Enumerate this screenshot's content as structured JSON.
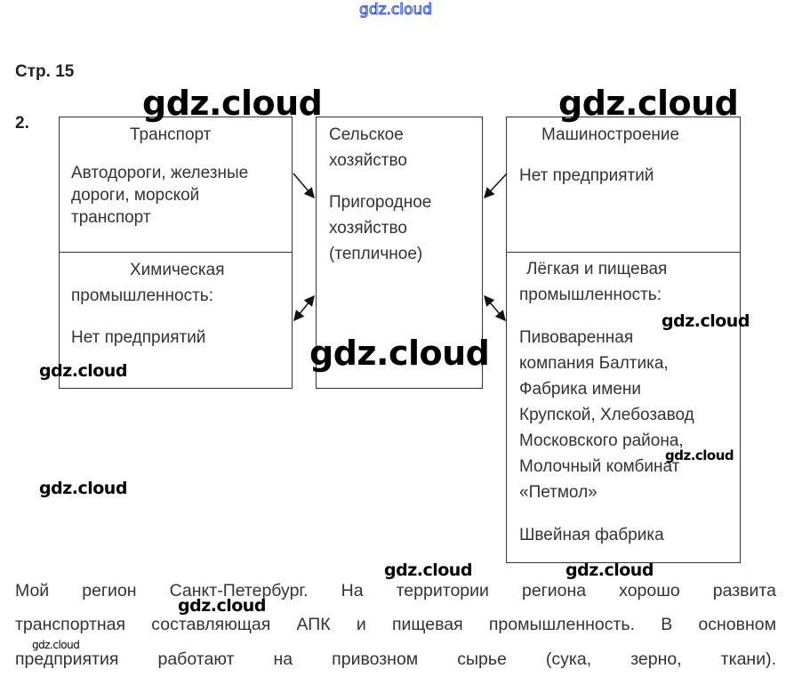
{
  "watermark": "gdz.cloud",
  "page_label": "Стр. 15",
  "task_number": "2.",
  "boxes": {
    "transport": {
      "title": "Транспорт",
      "body": [
        "Автодороги, железные",
        "дороги, морской",
        "транспорт"
      ]
    },
    "chemical": {
      "title": "Химическая",
      "title2": "промышленность:",
      "body": "Нет предприятий"
    },
    "agriculture": {
      "title": [
        "Сельское",
        "хозяйство"
      ],
      "body": [
        "Пригородное",
        "хозяйство",
        "(тепличное)"
      ]
    },
    "machinery": {
      "title": "Машиностроение",
      "body": "Нет предприятий"
    },
    "light_food": {
      "title": "Лёгкая и пищевая",
      "title2": "промышленность:",
      "body": [
        "Пивоваренная",
        "компания Балтика,",
        "Фабрика имени",
        "Крупской, Хлебозавод",
        "Московского района,",
        "Молочный комбинат",
        "«Петмол»"
      ],
      "extra": "Швейная фабрика"
    }
  },
  "paragraph": [
    "Мой регион Санкт-Петербург. На территории региона хорошо развита",
    "транспортная составляющая АПК и пищевая промышленность. В основном",
    "предприятия работают на привозном сырье (сука, зерно, ткани)."
  ]
}
